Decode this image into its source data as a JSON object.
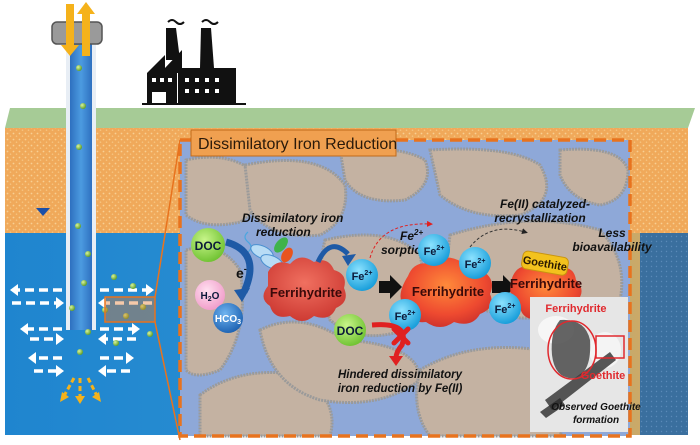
{
  "title": "Dissimilatory Iron Reduction",
  "labels": {
    "dissimilatory_iron_reduction": [
      "Dissimilatory iron",
      "reduction"
    ],
    "fe_sorption": [
      "Fe",
      "2+",
      "sorption"
    ],
    "catalyzed_recrystallization": [
      "Fe(II) catalyzed-",
      "recrystallization"
    ],
    "less_bioavailability": [
      "Less",
      "bioavailability"
    ],
    "hindered": [
      "Hindered dissimilatory",
      "iron reduction by Fe(II)"
    ],
    "electron": "e",
    "electron_sup": "-"
  },
  "molecules": {
    "doc": "DOC",
    "h2o": "H",
    "h2o_sub": "2",
    "h2o_end": "O",
    "hco3": "HCO",
    "hco3_sub": "3",
    "fe": "Fe",
    "fe_sup": "2+"
  },
  "minerals": {
    "ferrihydrite": "Ferrihydrite",
    "goethite": "Goethite"
  },
  "tem_inset": {
    "ferrihydrite_label": "Ferrihydrite",
    "goethite_label": "Goethite",
    "caption": [
      "Observed Goethite",
      "formation"
    ]
  },
  "colors": {
    "sky": "#ffffff",
    "grass": "#9dc48d",
    "soil": "#f0a95a",
    "groundwater": "#2e7fc0",
    "pore_water": "#8ea8d8",
    "grain": "#c4b2a2",
    "frame_orange": "#e8731e",
    "doc_green": "#8ed84a",
    "fe_blue": "#27b6ee",
    "ferrihydrite_red": "#e0403a",
    "goethite_yellow": "#f3c21d",
    "arrow_yellow": "#f5b21b",
    "well_blue": "#3b7dc9",
    "inset_red": "#e0292e"
  }
}
